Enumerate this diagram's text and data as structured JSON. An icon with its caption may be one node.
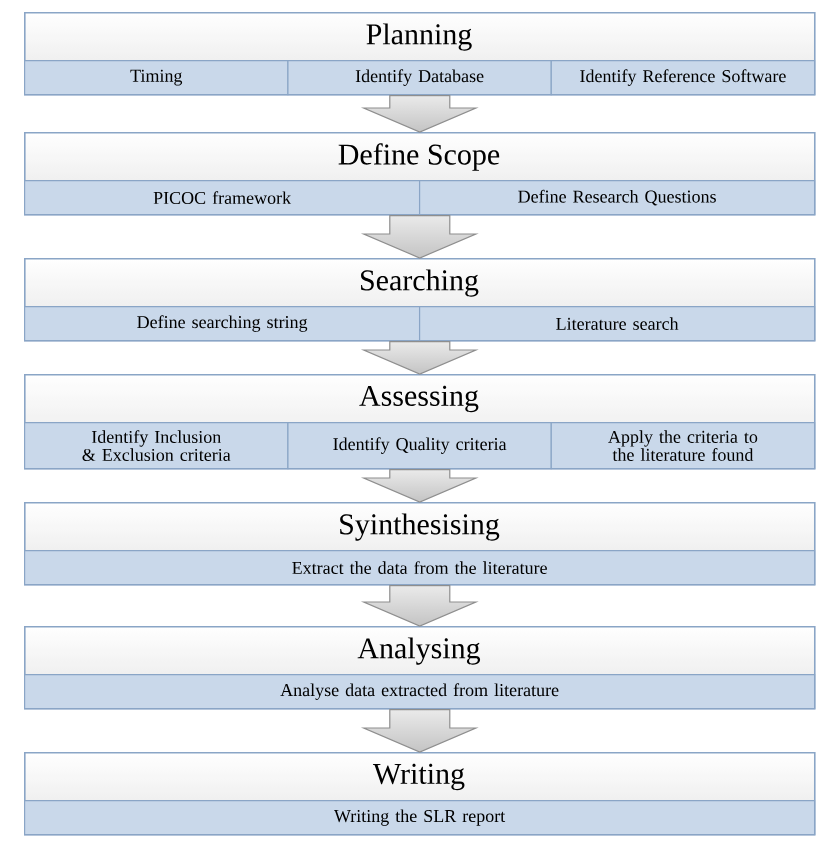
{
  "diagram": {
    "nodes": [
      {
        "text": [
          "Planning"
        ]
      },
      {
        "text": [
          "Timing"
        ],
        "in": 0
      },
      {
        "text": [
          "Identify Database"
        ],
        "in": 0
      },
      {
        "text": [
          "Identify Reference Software"
        ],
        "in": 0
      },
      {
        "text": [
          "Define Scope"
        ]
      },
      {
        "text": [
          "PICOC framework"
        ],
        "in": 4
      },
      {
        "text": [
          "Define Research Questions"
        ],
        "in": 4
      },
      {
        "text": [
          "Searching"
        ]
      },
      {
        "text": [
          "Define searching string"
        ],
        "in": 7
      },
      {
        "text": [
          "Literature search"
        ],
        "in": 7
      },
      {
        "text": [
          "Assessing"
        ]
      },
      {
        "text": [
          "Identify Inclusion & Exclusion criteria"
        ],
        "in": 10
      },
      {
        "text": [
          "Identify Quality criteria"
        ],
        "in": 10
      },
      {
        "text": [
          "Apply the criteria to the literature found"
        ],
        "in": 10
      },
      {
        "text": [
          "Syinthesising"
        ]
      },
      {
        "text": [
          "Extract the data from the literature"
        ],
        "in": 14
      },
      {
        "text": [
          "Analysing"
        ]
      },
      {
        "text": [
          "Analyse data extracted from literature"
        ],
        "in": 16
      },
      {
        "text": [
          "Writing"
        ]
      },
      {
        "text": [
          "Writing the SLR report"
        ],
        "in": 18
      }
    ],
    "edges": [
      {
        "from": 0,
        "to": 4,
        "arrow": "to"
      },
      {
        "from": 4,
        "to": 7,
        "arrow": "to"
      },
      {
        "from": 7,
        "to": 10,
        "arrow": "to"
      },
      {
        "from": 10,
        "to": 14,
        "arrow": "to"
      },
      {
        "from": 14,
        "to": 16,
        "arrow": "to"
      },
      {
        "from": 16,
        "to": 18,
        "arrow": "to"
      }
    ]
  }
}
